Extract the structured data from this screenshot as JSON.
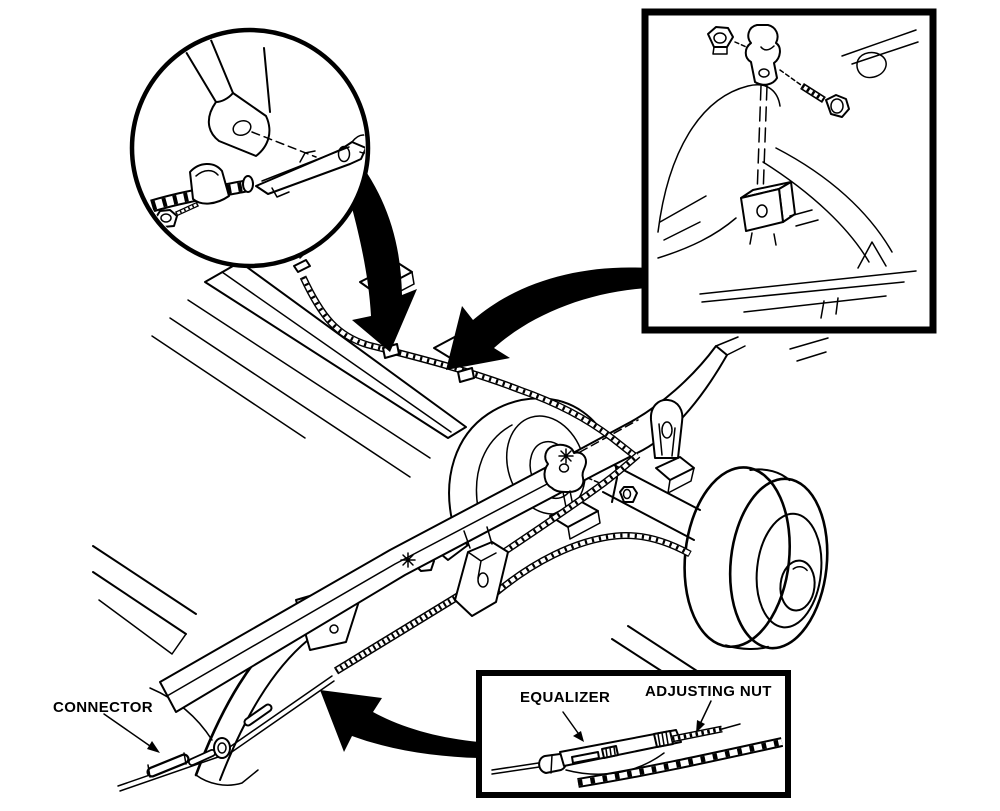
{
  "colors": {
    "ink": "#000000",
    "paper": "#ffffff"
  },
  "labels": {
    "connector": "CONNECTOR",
    "equalizer": "EQUALIZER",
    "adjusting_nut": "ADJUSTING NUT"
  },
  "insets": [
    {
      "name": "cable-clip-and-retainer-detail",
      "shape": "circle"
    },
    {
      "name": "cable-hanger-nut-and-bolt-detail",
      "shape": "rectangle"
    },
    {
      "name": "equalizer-and-adjusting-nut-detail",
      "shape": "rectangle"
    }
  ]
}
